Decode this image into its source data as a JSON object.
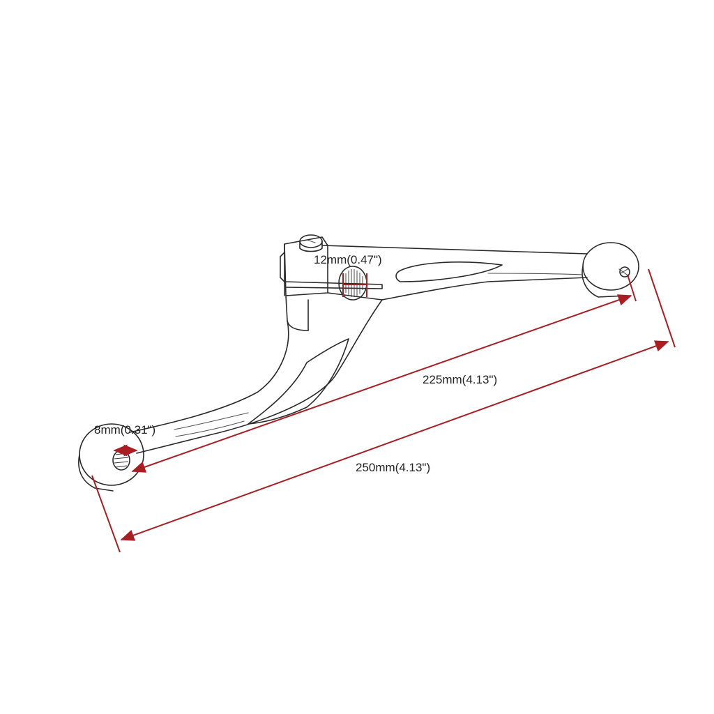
{
  "colors": {
    "dimension": "#a81e22",
    "outline": "#2a2a2a",
    "background": "#ffffff"
  },
  "dimensions": {
    "hole_small": "8mm(0.31\")",
    "hole_spline": "12mm(0.47\")",
    "center_to_center": "225mm(4.13\")",
    "overall_length": "250mm(4.13\")"
  }
}
